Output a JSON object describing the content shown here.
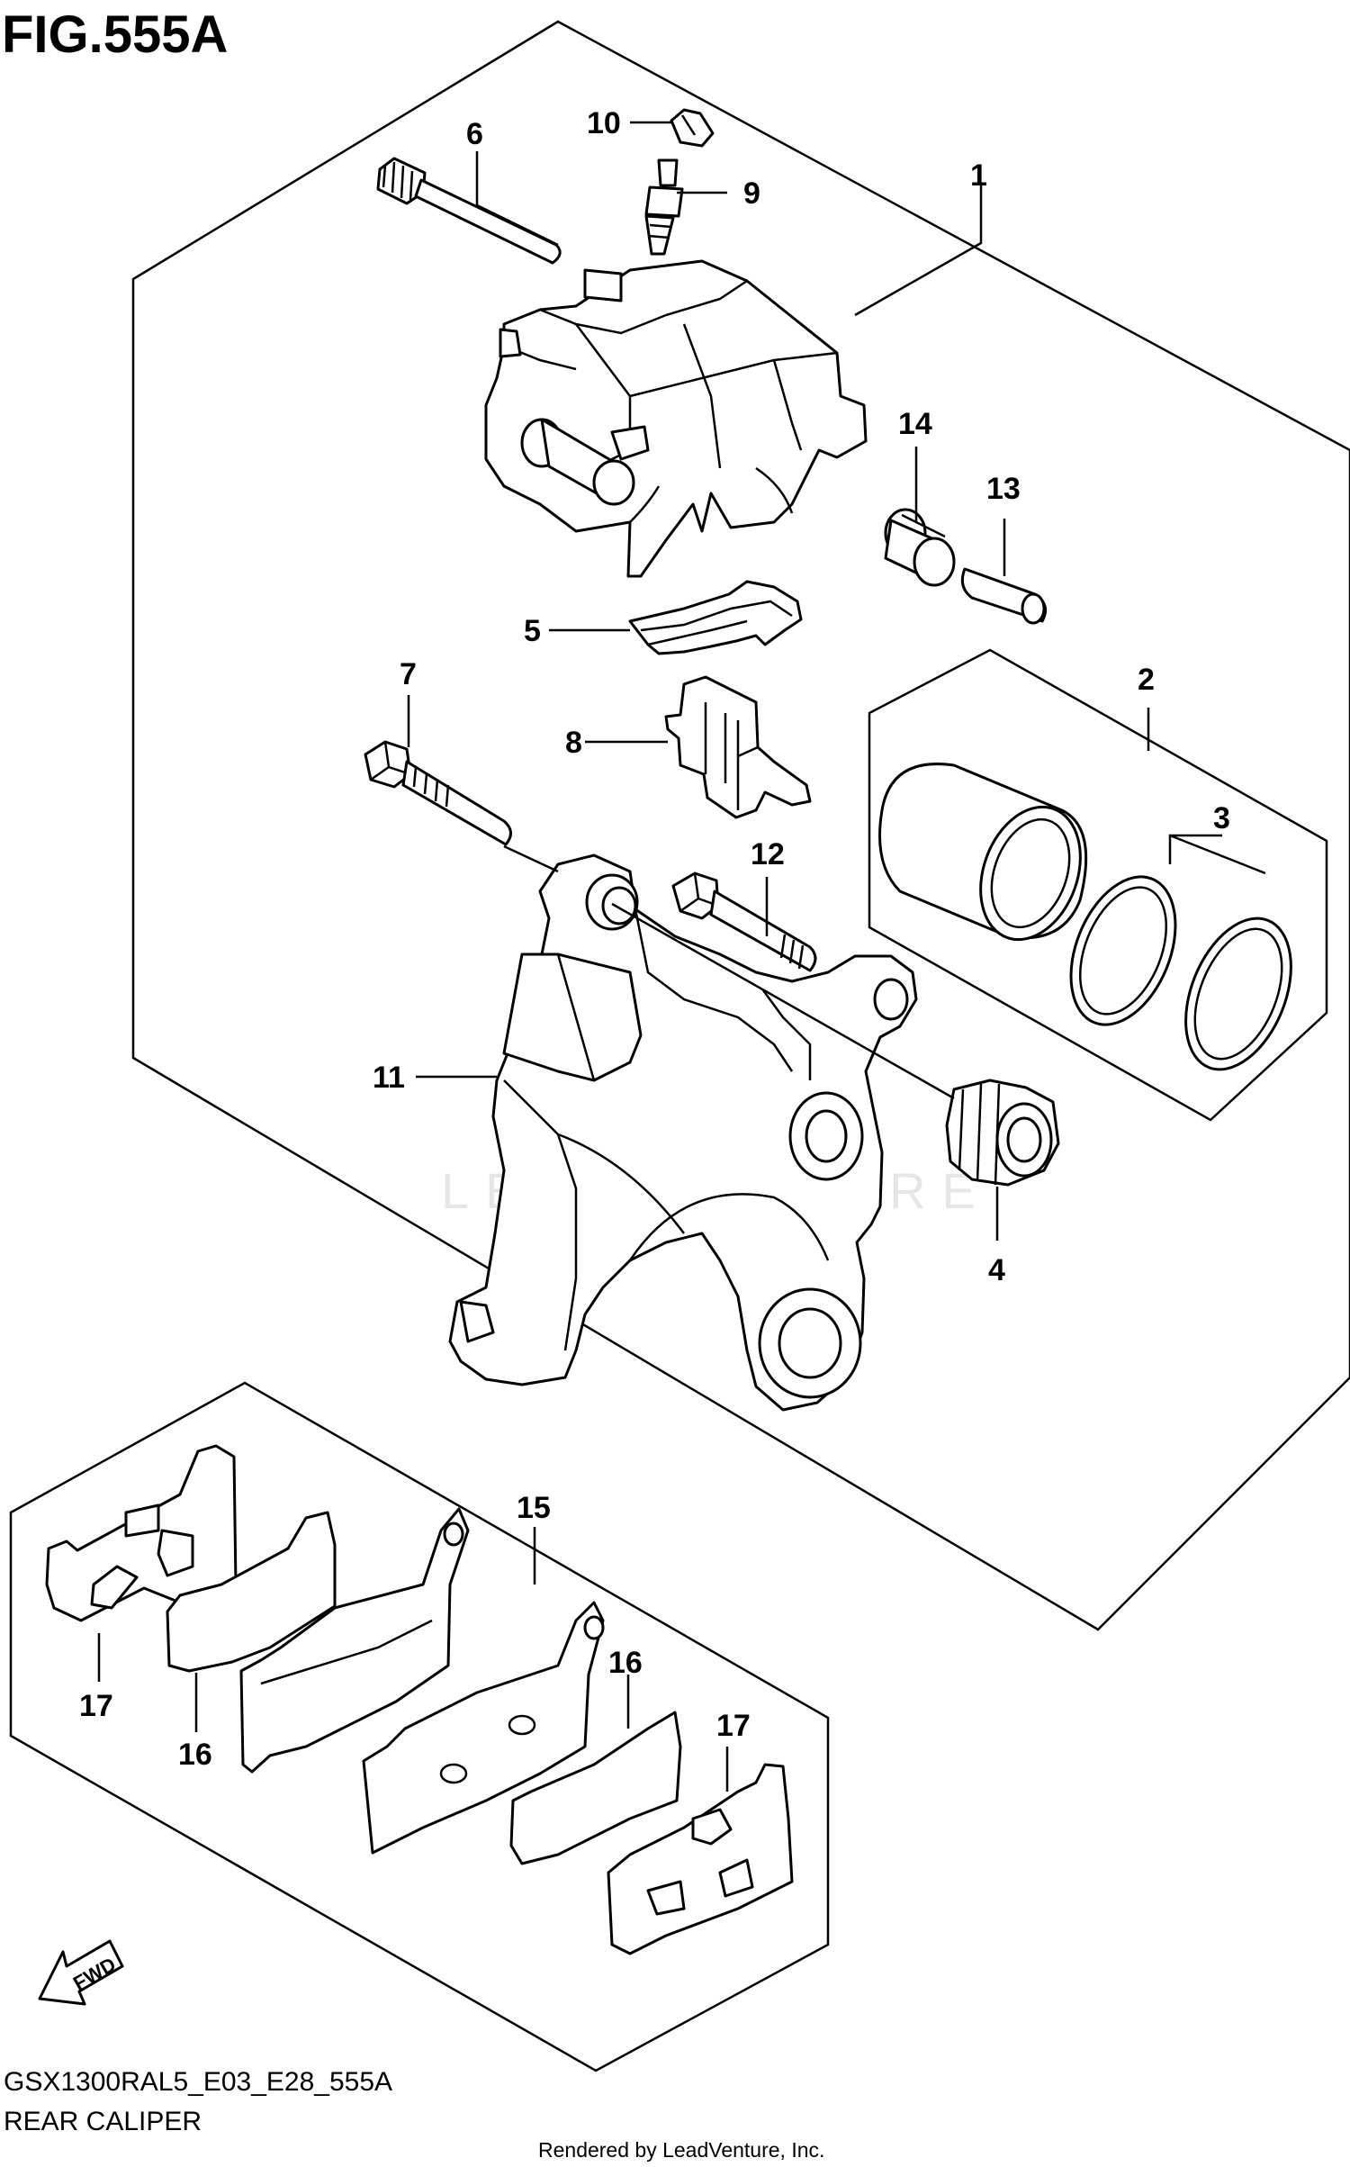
{
  "figure": {
    "title": "FIG.555A"
  },
  "callouts": {
    "c1": "1",
    "c2": "2",
    "c3": "3",
    "c4": "4",
    "c5": "5",
    "c6": "6",
    "c7": "7",
    "c8": "8",
    "c9": "9",
    "c10": "10",
    "c11": "11",
    "c12": "12",
    "c13": "13",
    "c14": "14",
    "c15": "15",
    "c16a": "16",
    "c16b": "16",
    "c17a": "17",
    "c17b": "17"
  },
  "fwd": {
    "label": "FWD"
  },
  "footer": {
    "code": "GSX1300RAL5_E03_E28_555A",
    "name": "REAR CALIPER",
    "credit": "Rendered by LeadVenture, Inc."
  },
  "watermark": {
    "text": "LEADVENTURE"
  }
}
